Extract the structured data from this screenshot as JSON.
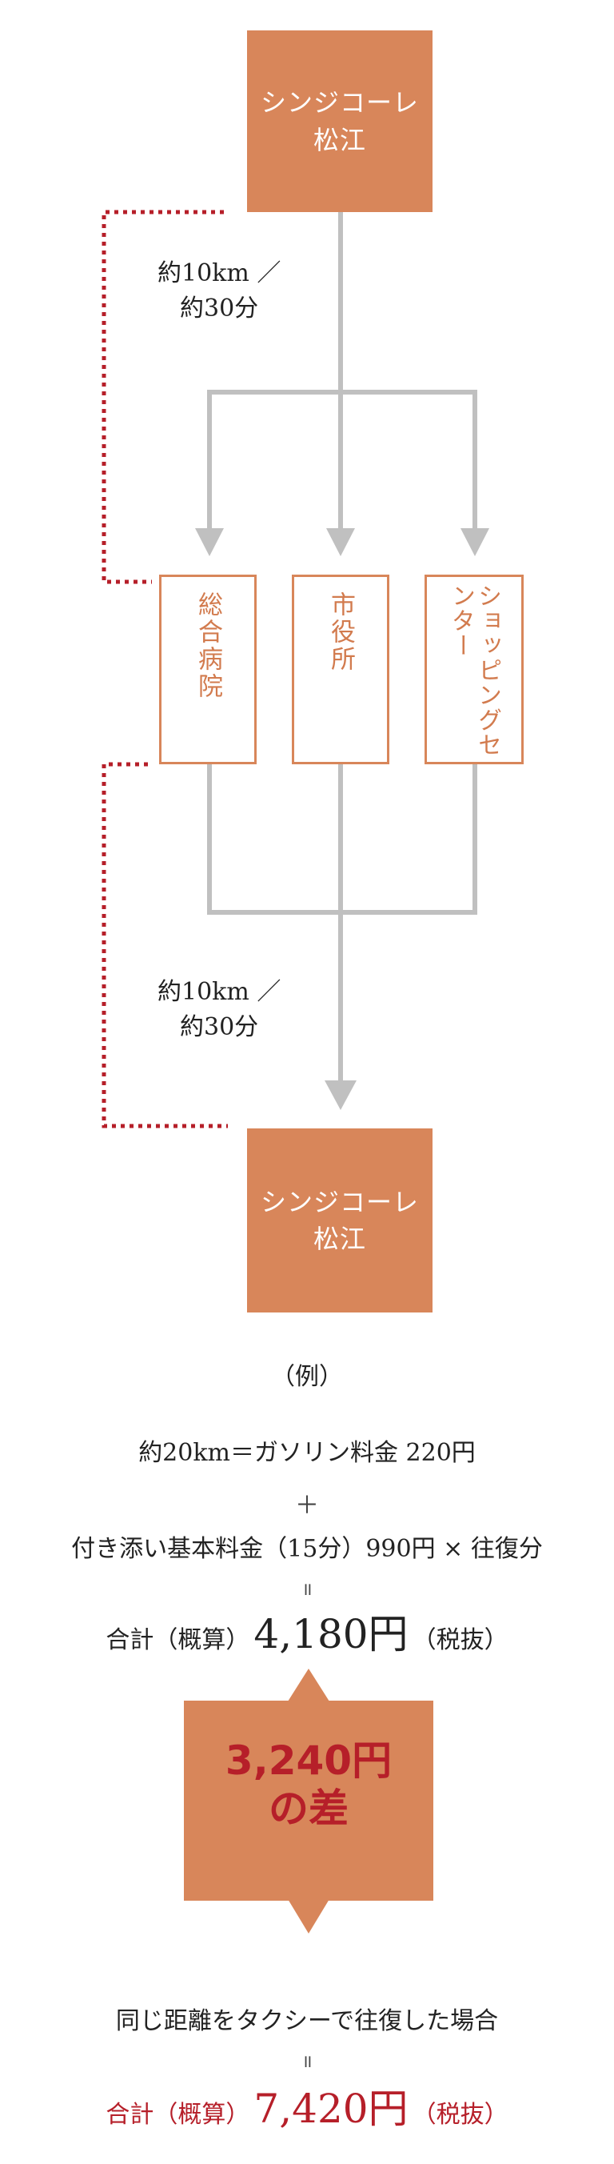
{
  "origin": {
    "line1": "シンジコーレ",
    "line2": "松江"
  },
  "return": {
    "line1": "シンジコーレ",
    "line2": "松江"
  },
  "distance_out": {
    "line1": "約10km ／",
    "line2": "約30分"
  },
  "distance_back": {
    "line1": "約10km ／",
    "line2": "約30分"
  },
  "destinations": [
    {
      "label": "総合病院"
    },
    {
      "label": "市役所"
    },
    {
      "label": "ショッピングセンター"
    }
  ],
  "example": {
    "heading": "（例）",
    "line1": "約20km＝ガソリン料金 220円",
    "plus": "＋",
    "line2": "付き添い基本料金（15分）990円 × 往復分",
    "equals1": "॥",
    "total_prefix": "合計（概算）",
    "total_value": "4,180円",
    "total_suffix": "（税抜）"
  },
  "difference": {
    "line1": "3,240円",
    "line2": "の差"
  },
  "taxi": {
    "line1": "同じ距離をタクシーで往復した場合",
    "equals": "॥",
    "total_prefix": "合計（概算）",
    "total_value": "7,420円",
    "total_suffix": "（税抜）"
  },
  "colors": {
    "accent": "#d8865a",
    "connector": "#c0c0c0",
    "dotted": "#b61f29",
    "highlight": "#b61f29"
  }
}
